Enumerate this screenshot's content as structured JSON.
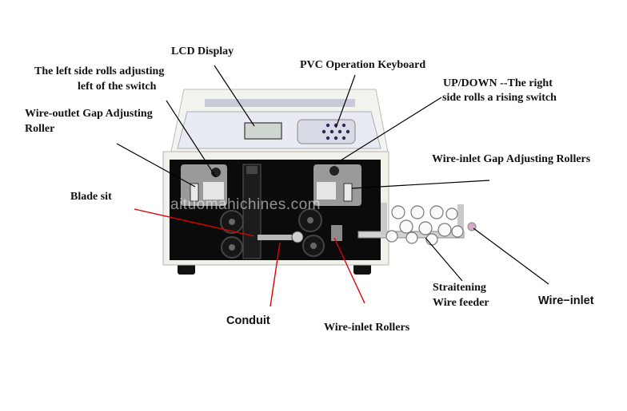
{
  "watermark": "aituomahichines.com",
  "labels": {
    "lcd_display": "LCD Display",
    "left_rolls_line1": "The left side rolls adjusting",
    "left_rolls_line2": "left of the switch",
    "pvc_keyboard": "PVC Operation Keyboard",
    "updown_line1": "UP/DOWN --The right",
    "updown_line2": "side rolls a rising switch",
    "outlet_gap_line1": "Wire-outlet Gap Adjusting",
    "outlet_gap_line2": "Roller",
    "inlet_gap_rollers": "Wire-inlet Gap Adjusting Rollers",
    "blade_sit": "Blade sit",
    "straitening_line1": "Straitening",
    "straitening_line2": "Wire feeder",
    "wire_inlet": "Wire−inlet",
    "conduit": "Conduit",
    "inlet_rollers": "Wire-inlet Rollers"
  },
  "colors": {
    "background": "#ffffff",
    "machine_body": "#f1f1ec",
    "panel_dark": "#0b0b0b",
    "leader_black": "#000000",
    "leader_red": "#e00000"
  }
}
